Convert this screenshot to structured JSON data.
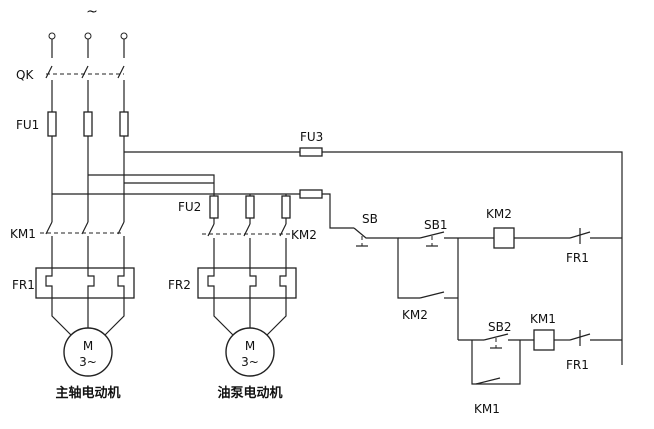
{
  "supply_symbol": "~",
  "labels": {
    "qk": "QK",
    "fu1": "FU1",
    "fu2": "FU2",
    "fu3": "FU3",
    "km1_main": "KM1",
    "km2_main": "KM2",
    "fr1": "FR1",
    "fr2": "FR2",
    "sb": "SB",
    "sb1": "SB1",
    "sb2": "SB2",
    "km2_coil": "KM2",
    "km1_coil": "KM1",
    "fr1_contact_top": "FR1",
    "fr1_contact_bottom": "FR1",
    "km2_aux": "KM2",
    "km1_aux": "KM1"
  },
  "motors": {
    "spindle": {
      "letter": "M",
      "phase": "3~",
      "caption": "主轴电动机"
    },
    "pump": {
      "letter": "M",
      "phase": "3~",
      "caption": "油泵电动机"
    }
  }
}
